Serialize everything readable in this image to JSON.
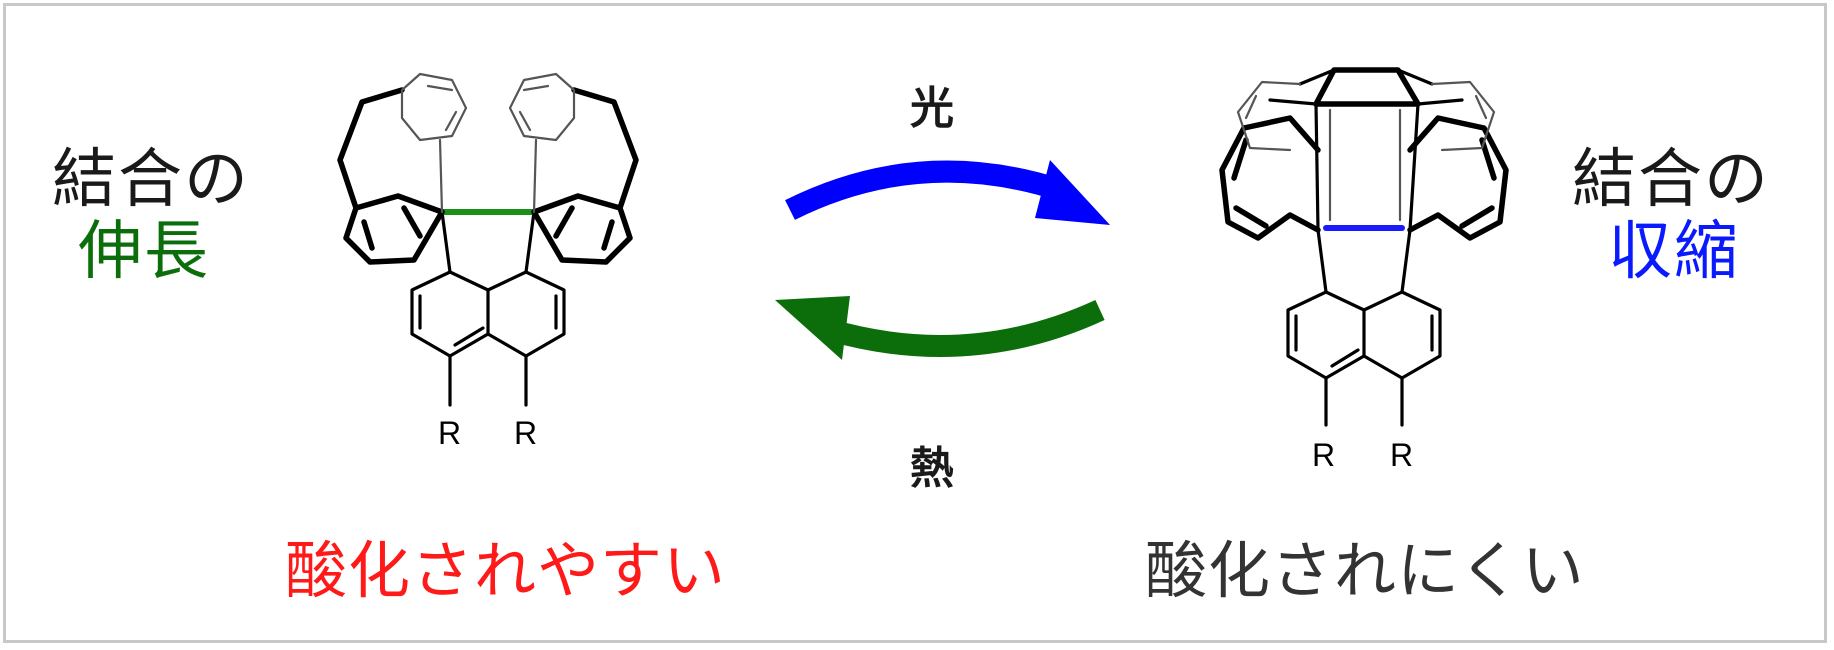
{
  "left": {
    "label_line1": "結合の",
    "label_line2": "伸長",
    "label_line2_color": "#0b6e0b",
    "substituent_1": "R",
    "substituent_2": "R",
    "note": "酸化されやすい",
    "note_color": "#ff1a1a",
    "bond_color": "#1a8f1a"
  },
  "right": {
    "label_line1": "結合の",
    "label_line2": "収縮",
    "label_line2_color": "#0a1aff",
    "substituent_1": "R",
    "substituent_2": "R",
    "note": "酸化されにくい",
    "note_color": "#333333",
    "bond_color": "#1a1aff"
  },
  "arrows": {
    "forward_label": "光",
    "forward_color": "#0000ff",
    "backward_label": "熱",
    "backward_color": "#0b6e0b"
  }
}
